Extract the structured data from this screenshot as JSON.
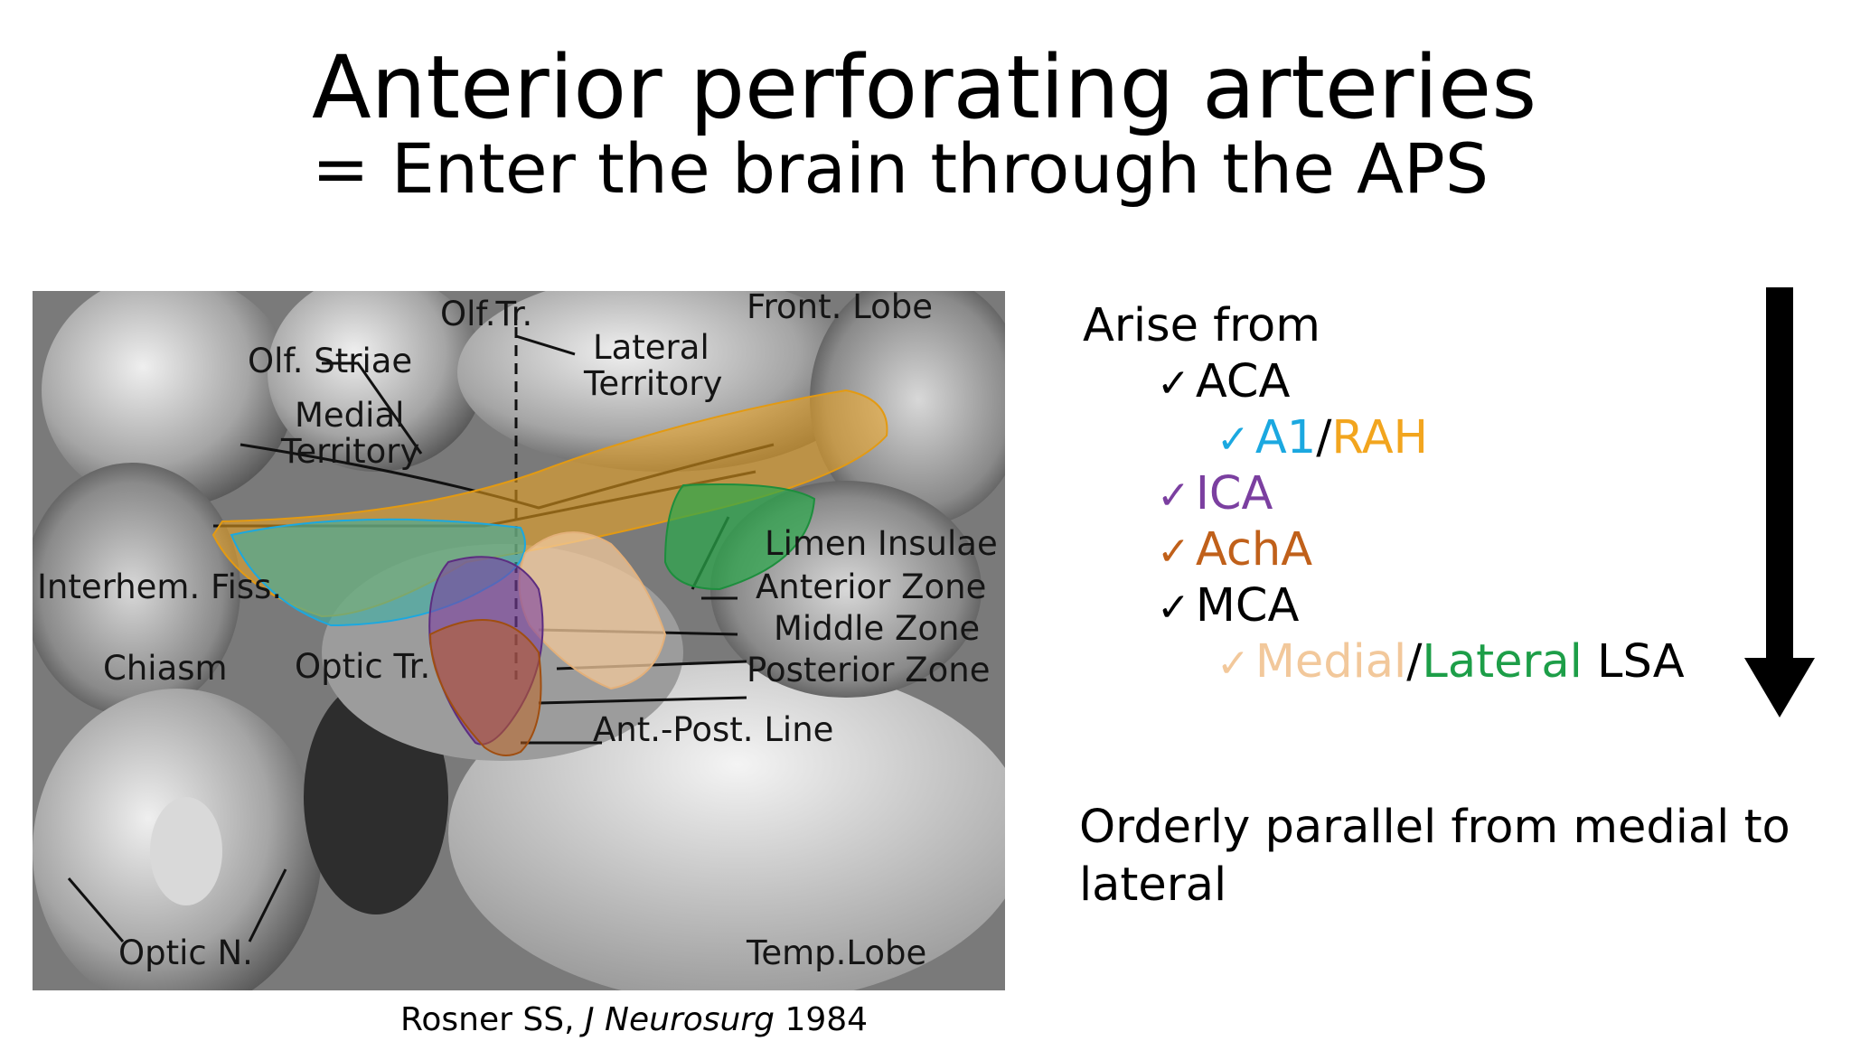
{
  "slide": {
    "title": "Anterior perforating arteries",
    "subtitle": "= Enter the brain through the APS"
  },
  "figure": {
    "labels": {
      "olf_tr": "Olf.Tr.",
      "front_lobe": "Front. Lobe",
      "olf_striae": "Olf. Striae",
      "lateral": "Lateral",
      "territory_lateral": "Territory",
      "medial": "Medial",
      "territory_medial": "Territory",
      "limen_insulae": "Limen Insulae",
      "interhem_fiss": "Interhem. Fiss.",
      "anterior_zone": "Anterior Zone",
      "middle_zone": "Middle Zone",
      "posterior_zone": "Posterior Zone",
      "chiasm": "Chiasm",
      "optic_tr": "Optic Tr.",
      "ant_post_line": "Ant.-Post. Line",
      "optic_n": "Optic N.",
      "temp_lobe": "Temp.Lobe"
    },
    "caption": {
      "author": "Rosner SS, ",
      "journal": "J Neurosurg",
      "year": " 1984"
    }
  },
  "list": {
    "heading": "Arise from",
    "check_mark": "✓",
    "aca": "ACA",
    "a1": "A1",
    "slash": "/",
    "rah": "RAH",
    "ica": "ICA",
    "acha": "AchA",
    "mca": "MCA",
    "medial": "Medial",
    "lateral": "Lateral",
    "lsa": " LSA"
  },
  "note": "Orderly parallel from medial to lateral",
  "colors": {
    "a1": "#1ba8e0",
    "rah": "#f2a51e",
    "ica": "#7b3fa0",
    "acha": "#c0601a",
    "medial_lsa": "#f2c89b",
    "lateral_lsa": "#1d9e48",
    "overlay_green": "#2aa84a",
    "overlay_teal": "#3bb0a5"
  }
}
